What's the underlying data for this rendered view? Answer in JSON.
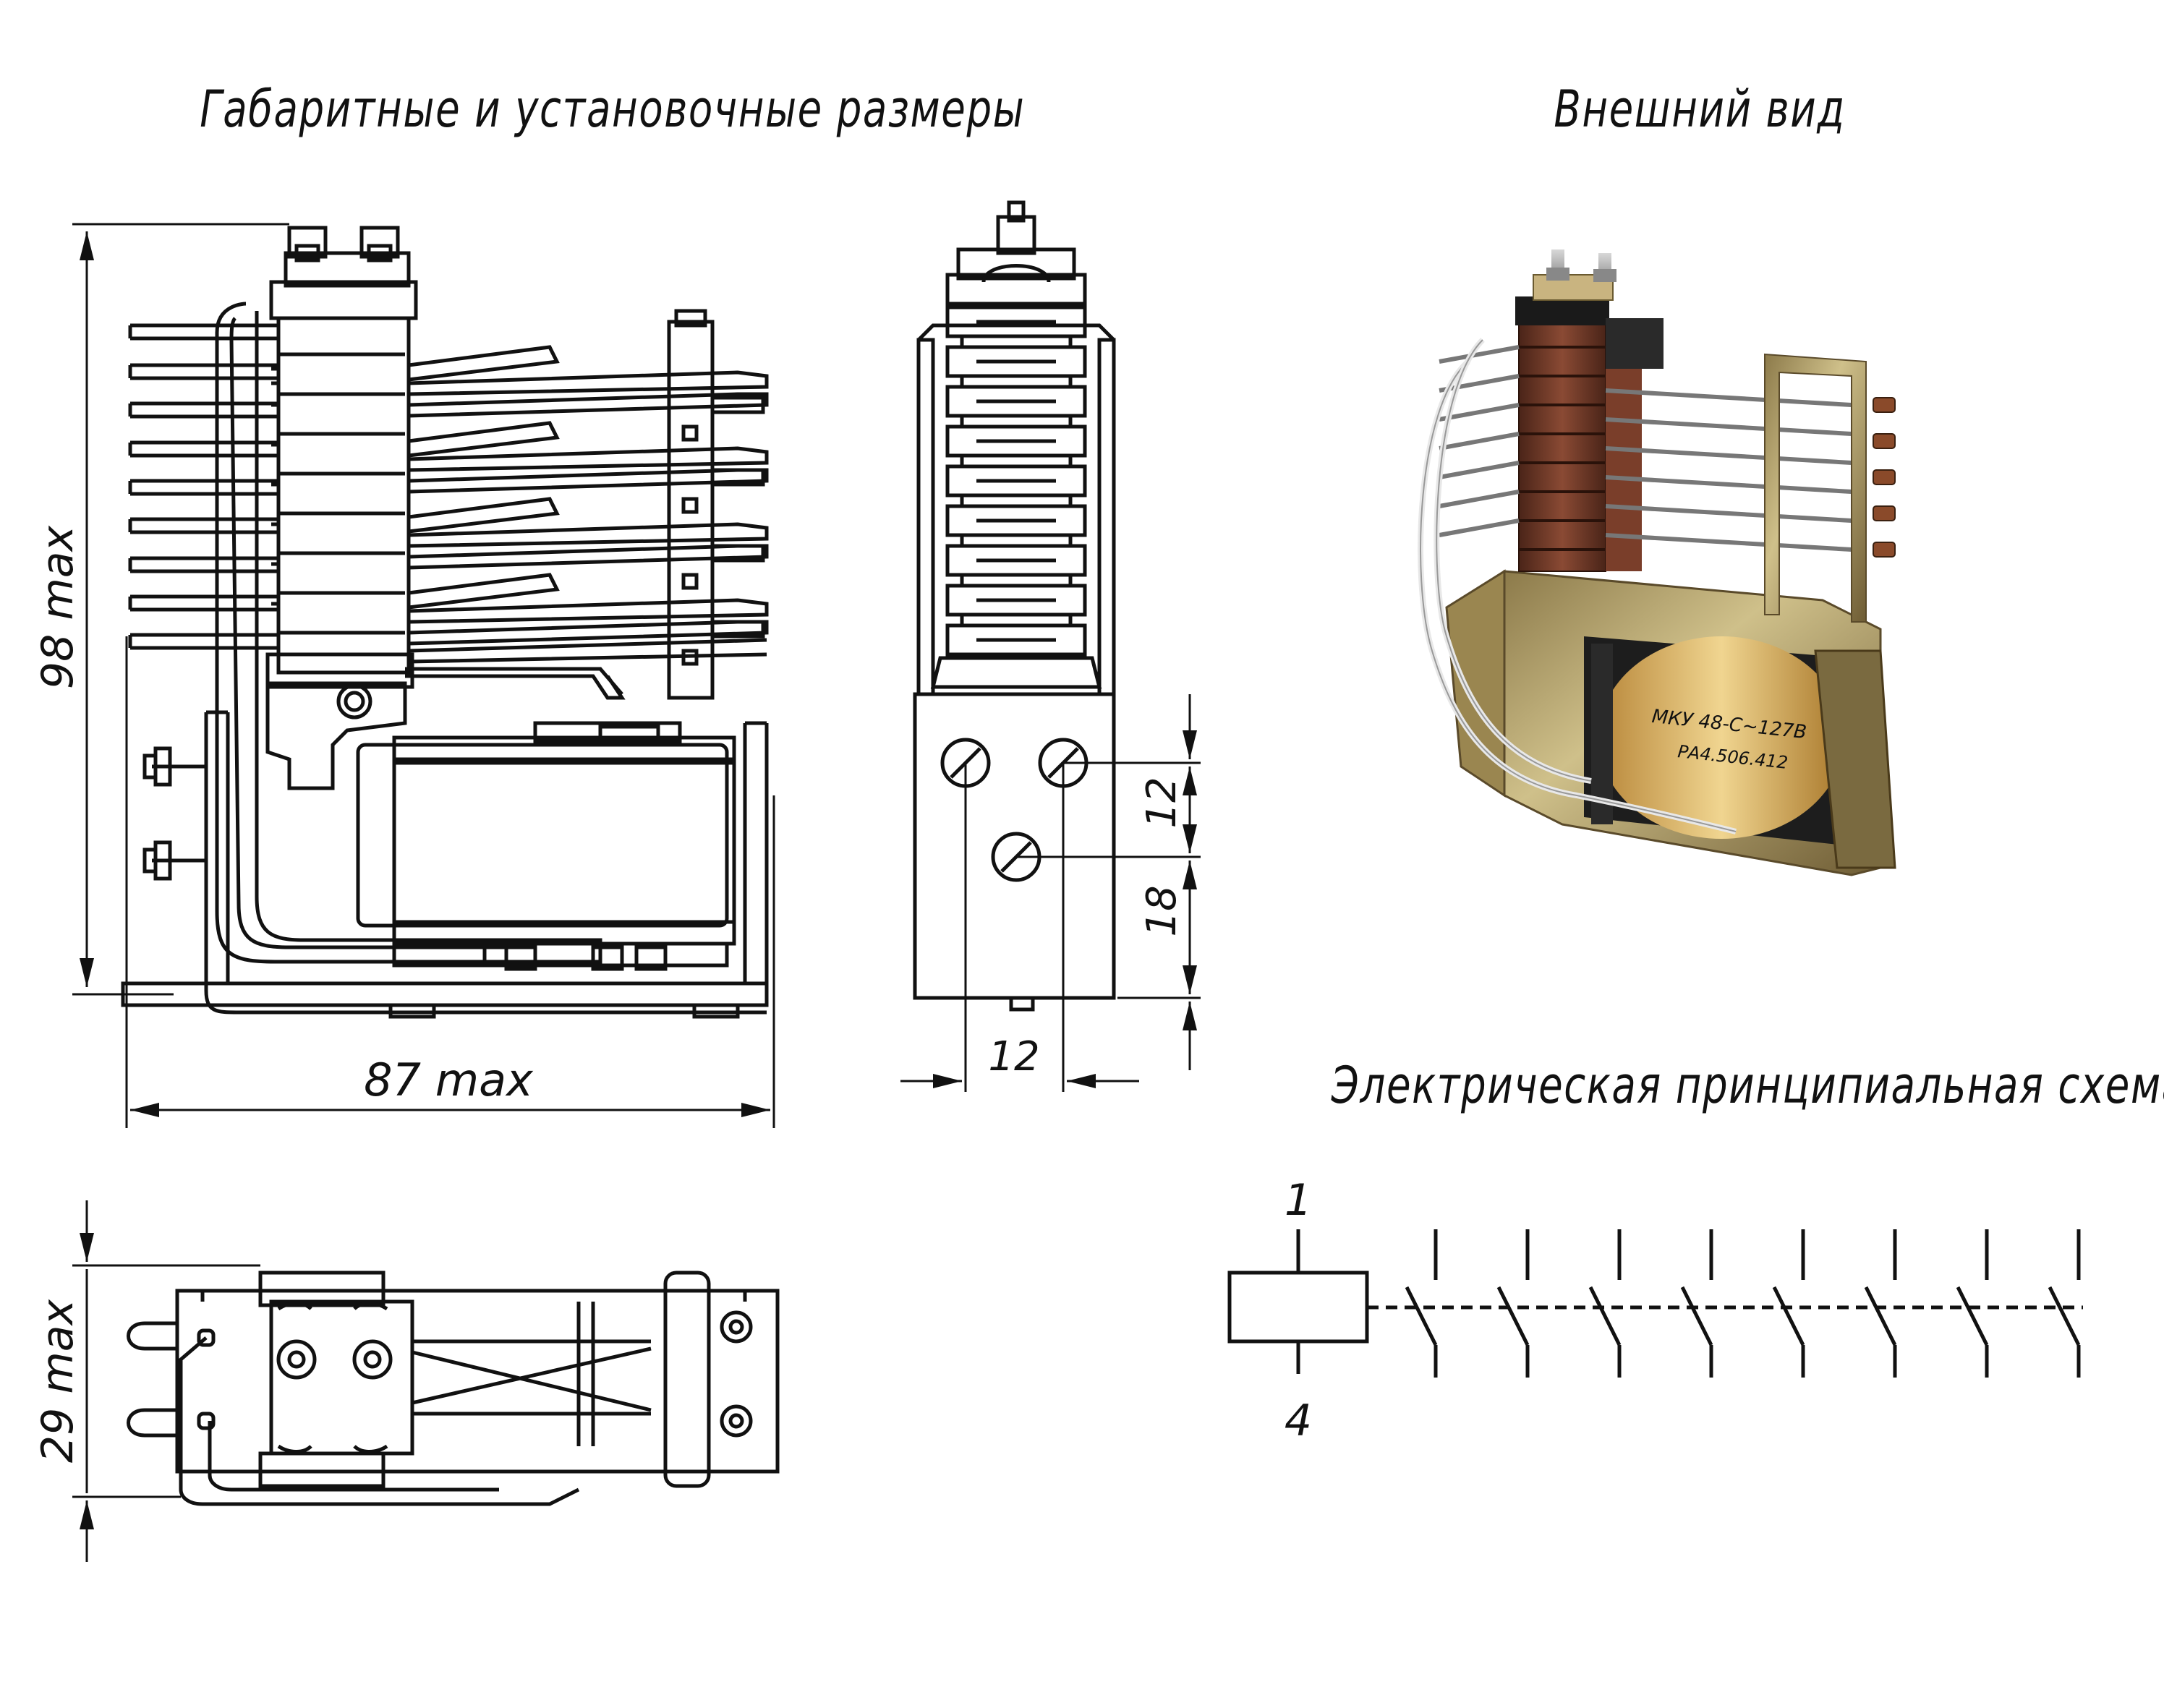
{
  "titles": {
    "dimensions": "Габаритные и установочные размеры",
    "appearance": "Внешний вид",
    "schematic": "Электрическая принципиальная схема"
  },
  "dimensions": {
    "height": "98 max",
    "width": "87 max",
    "depth": "29 max",
    "pitch_vertical_1": "12",
    "pitch_vertical_2": "18",
    "pitch_horizontal": "12"
  },
  "schematic": {
    "terminal_top": "1",
    "terminal_bottom": "4",
    "contact_groups": 8
  },
  "photo": {
    "coil_label_line1": "МКУ 48-С~127В",
    "coil_label_line2": "РА4.506.412"
  },
  "colors": {
    "line": "#111111",
    "contact_brown": "#6b3a2a",
    "brass": "#b8a064",
    "coil_yellow": "#d9b86a"
  }
}
